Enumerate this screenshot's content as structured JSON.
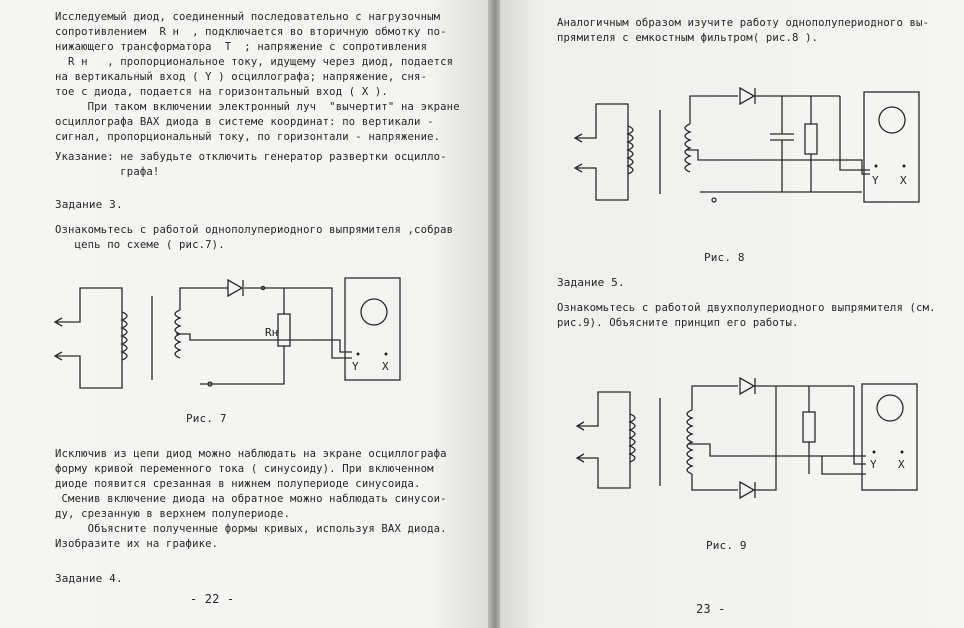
{
  "left_page": {
    "lines": [
      "Исследуемый диод, соединенный последовательно с нагрузочным",
      "сопротивлением  R н  , подключается во вторичную обмотку по-",
      "нижающего трансформатора  Т  ; напряжение с сопротивления",
      "  R н   , пропорциональное току, идущему через диод, подается",
      "на вертикальный вход ( Y ) осциллографа; напряжение, сня-",
      "тое с диода, подается на горизонтальный вход ( X ).",
      "     При таком включении электронный луч  \"вычертит\" на экране",
      "осциллографа ВАХ диода в системе координат: по вертикали -",
      "сигнал, пропорциональный току, по горизонтали - напряжение.",
      "Указание: не забудьте отключить генератор развертки осцилло-",
      "          графа!"
    ],
    "task3_heading": "Задание 3.",
    "task3_lines": [
      "Ознакомьтесь с работой однополупериодного выпрямителя ,собрав",
      "   цепь по схеме ( рис.7)."
    ],
    "fig7_caption": "Рис. 7",
    "fig7_resistor_label": "Rн",
    "fig7_y_label": "Y",
    "fig7_x_label": "X",
    "after_lines": [
      "Исключив из цепи диод можно наблюдать на экране осциллографа",
      "форму кривой переменного тока ( синусоиду). При включенном",
      "диоде появится срезанная в нижнем полупериоде синусоида.",
      " Сменив включение диода на обратное можно наблюдать синусои-",
      "ду, срезанную в верхнем полупериоде.",
      "     Объясните полученные формы кривых, используя ВАХ диода.",
      "Изобразите их на графике."
    ],
    "task4_heading": "Задание 4.",
    "page_number": "- 22 -"
  },
  "right_page": {
    "intro_lines": [
      "Аналогичным образом изучите работу однополупериодного вы-",
      "прямителя с емкостным фильтром( рис.8 )."
    ],
    "fig8_caption": "Рис. 8",
    "fig8_y_label": "Y",
    "fig8_x_label": "X",
    "task5_heading": "Задание 5.",
    "task5_lines": [
      "Ознакомьтесь с работой двухполупериодного выпрямителя (см.",
      "рис.9). Объясните принцип его работы."
    ],
    "fig9_caption": "Рис. 9",
    "fig9_y_label": "Y",
    "fig9_x_label": "X",
    "page_number": "23 -"
  }
}
